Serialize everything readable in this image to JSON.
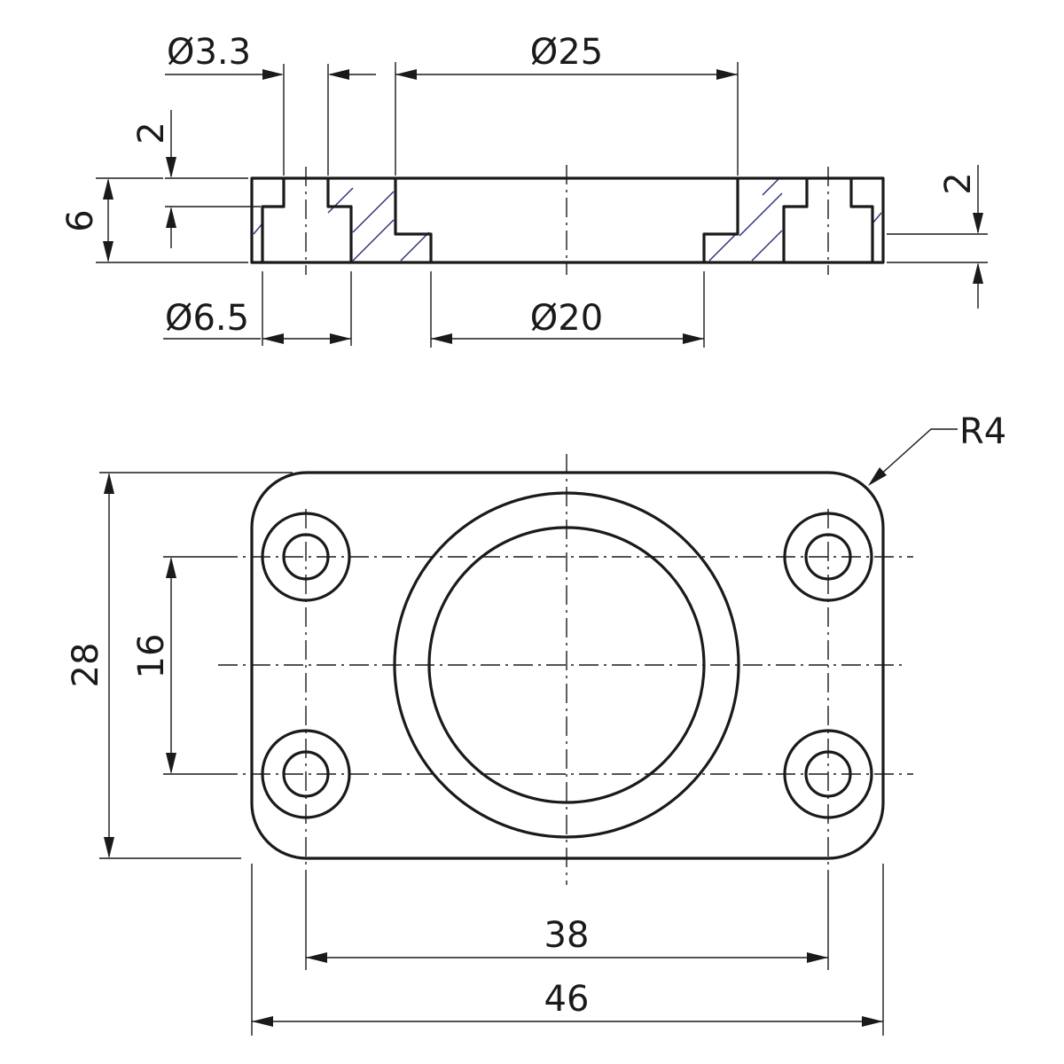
{
  "dimensions": {
    "hole_diameter": "Ø3.3",
    "counterbore_depth": "2",
    "bore_diameter_25": "Ø25",
    "plate_thickness": "6",
    "recess_depth": "2",
    "counterbore_diameter": "Ø6.5",
    "bore_diameter_20": "Ø20",
    "corner_radius": "R4",
    "plate_height": "28",
    "hole_spacing_vertical": "16",
    "hole_spacing_horizontal": "38",
    "plate_width": "46"
  },
  "colors": {
    "line": "#1a1a1a",
    "hatch": "#2b2f7a",
    "background": "#ffffff"
  }
}
